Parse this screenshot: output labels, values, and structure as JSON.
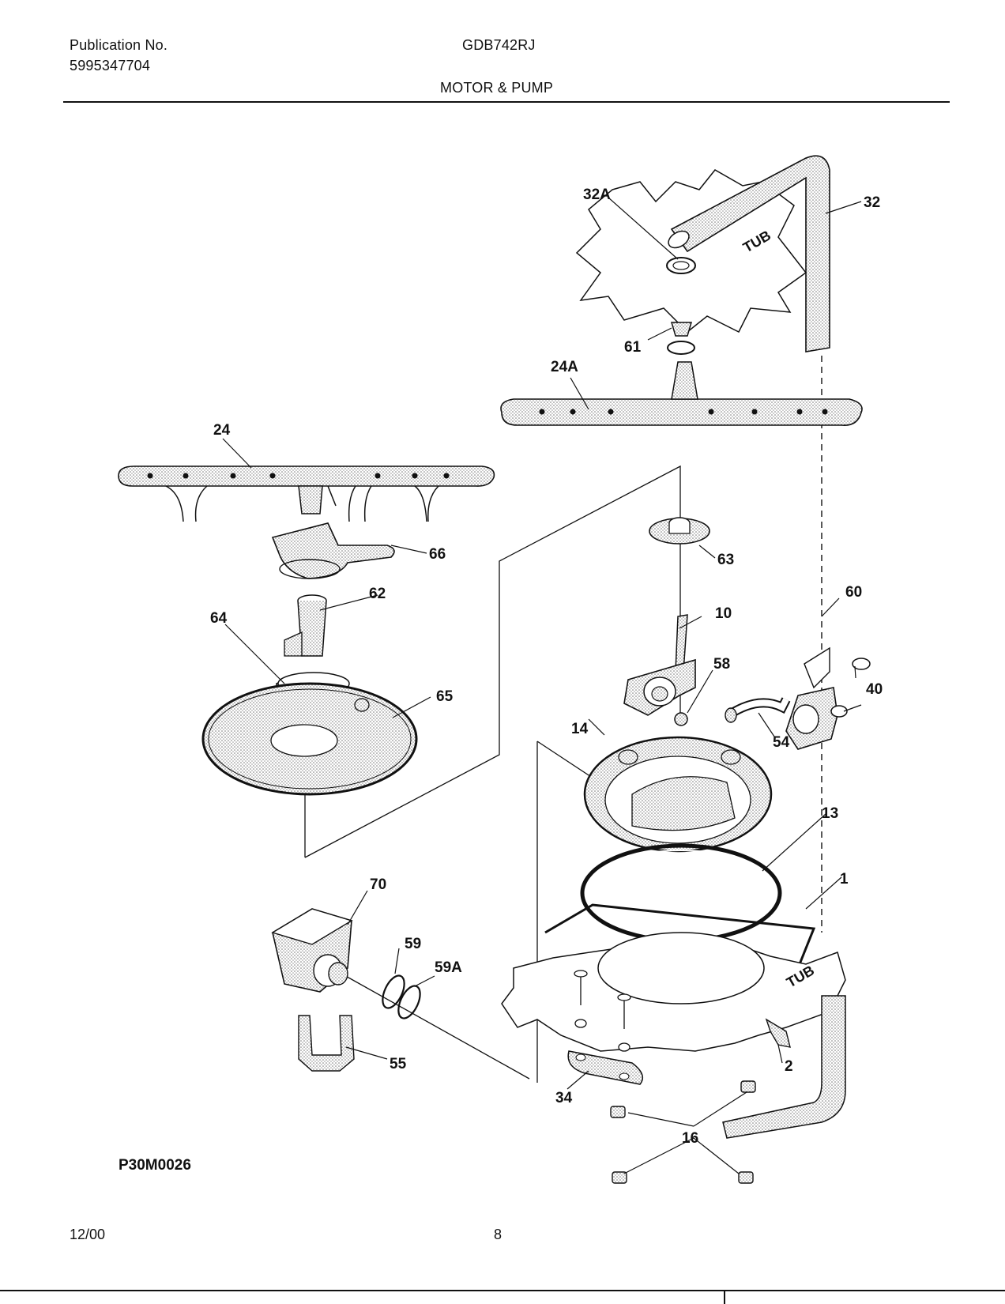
{
  "header": {
    "publication_label": "Publication No.",
    "publication_number": "5995347704",
    "model": "GDB742RJ",
    "section_title": "MOTOR & PUMP"
  },
  "diagram": {
    "part_labels": [
      "32A",
      "32",
      "61",
      "24A",
      "24",
      "66",
      "62",
      "64",
      "65",
      "63",
      "10",
      "60",
      "58",
      "40",
      "54",
      "14",
      "13",
      "1",
      "70",
      "59",
      "59A",
      "55",
      "2",
      "34",
      "16"
    ],
    "tub_text": "TUB"
  },
  "footer": {
    "figure_id": "P30M0026",
    "date": "12/00",
    "page_number": "8"
  }
}
